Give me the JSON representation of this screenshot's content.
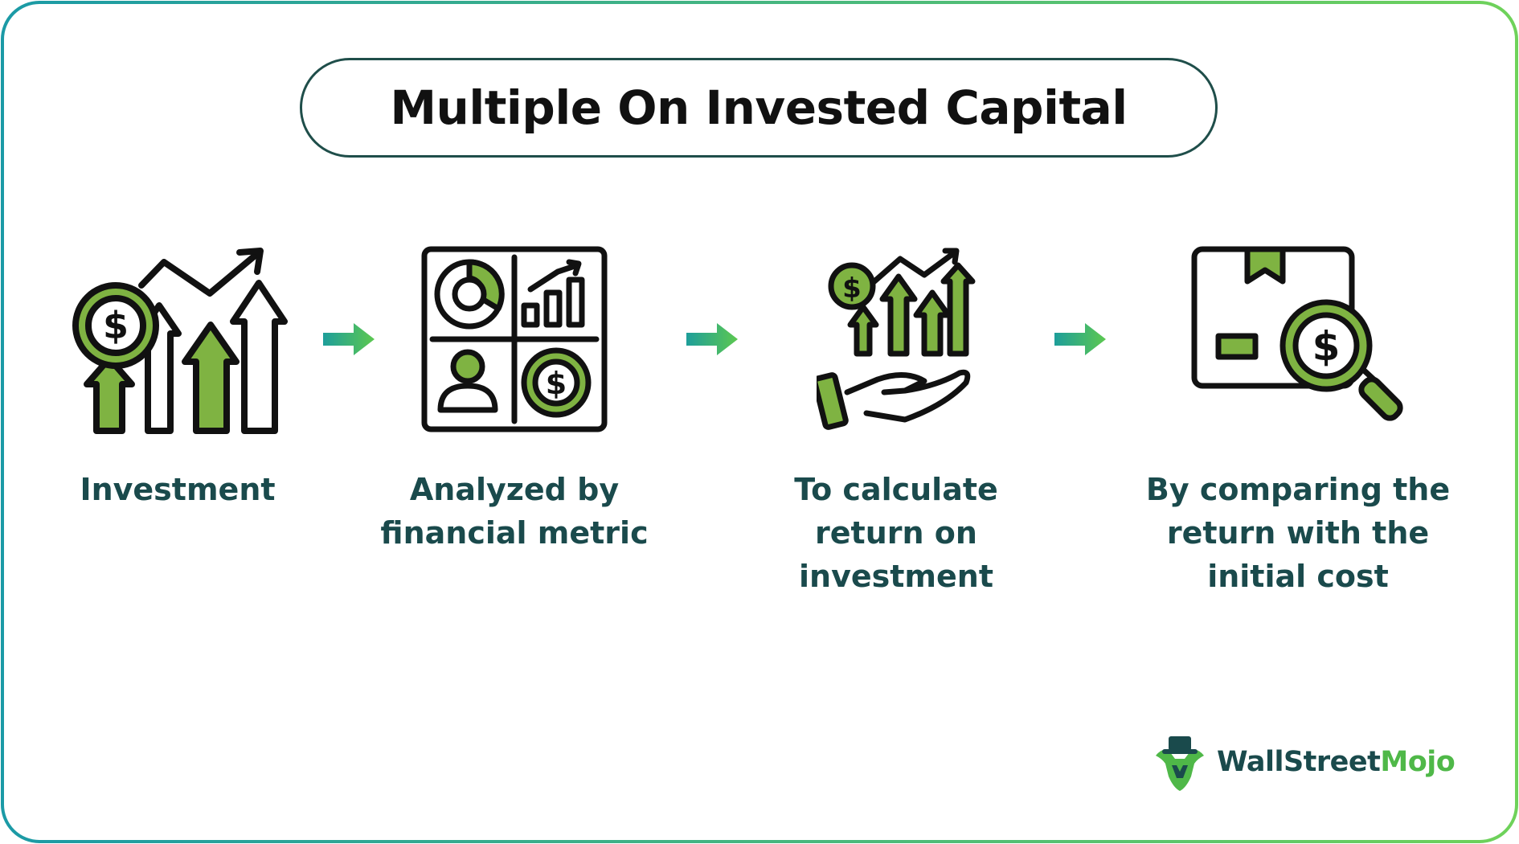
{
  "title": "Multiple On Invested Capital",
  "colors": {
    "accent_green": "#7fb342",
    "dark_teal": "#1a4a4c",
    "arrow_start": "#1e9e9a",
    "arrow_end": "#5cc850",
    "outline": "#111111"
  },
  "steps": [
    {
      "label": "Investment",
      "icon": "investment-growth-icon"
    },
    {
      "label": "Analyzed by\nfinancial metric",
      "icon": "financial-dashboard-icon"
    },
    {
      "label": "To calculate\nreturn on\ninvestment",
      "icon": "hand-growth-icon"
    },
    {
      "label": "By comparing the\nreturn with the\ninitial cost",
      "icon": "box-magnifier-icon"
    }
  ],
  "brand": {
    "part1": "WallStreet",
    "part2": "Mojo",
    "icon": "wallstreetmojo-logo-icon"
  }
}
